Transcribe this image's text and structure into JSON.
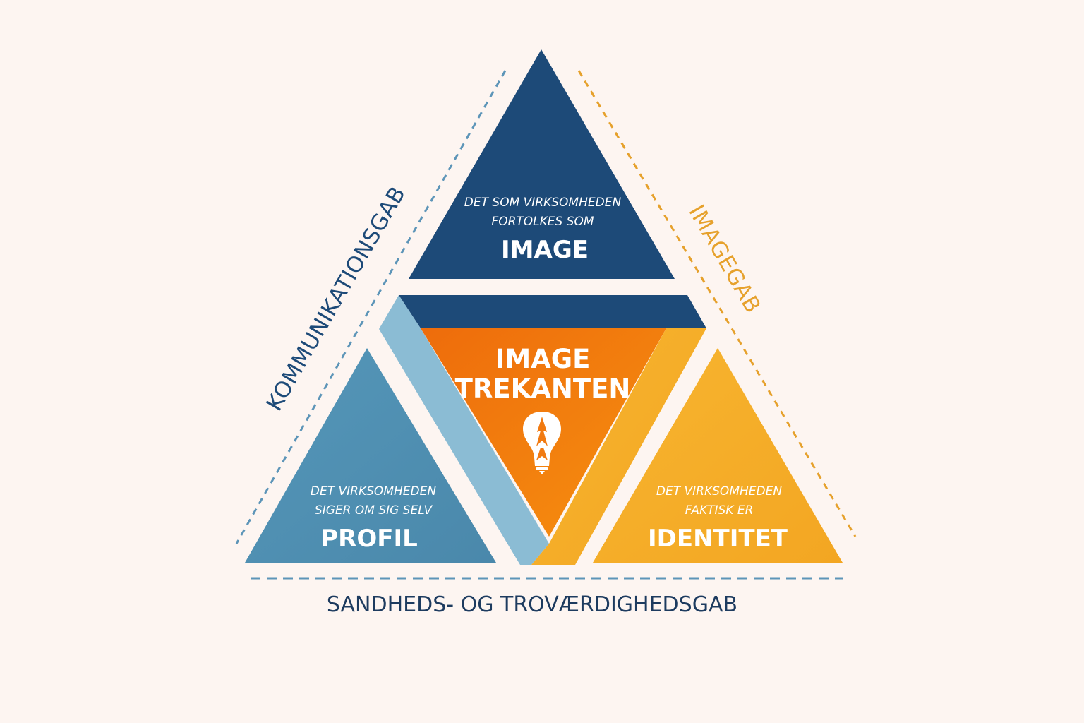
{
  "colors": {
    "background": "#fdf5f1",
    "image_navy": "#1d4a78",
    "profil_blue": "#4f8fb2",
    "light_blue": "#8bbcd4",
    "identitet_yellow": "#f4ad2a",
    "core_orange": "#f17a11",
    "gap_dark": "#1d3b5f",
    "gap_orange": "#e6a12c",
    "dash_blue": "#5d95b8"
  },
  "icon": "lightbulb-arrows-icon",
  "image_box": {
    "desc_line1": "DET SOM VIRKSOMHEDEN",
    "desc_line2": "FORTOLKES SOM",
    "title": "IMAGE"
  },
  "profil_box": {
    "desc_line1": "DET VIRKSOMHEDEN",
    "desc_line2": "SIGER OM SIG SELV",
    "title": "PROFIL"
  },
  "identitet_box": {
    "desc_line1": "DET VIRKSOMHEDEN",
    "desc_line2": "FAKTISK ER",
    "title": "IDENTITET"
  },
  "center": {
    "line1": "IMAGE",
    "line2": "TREKANTEN"
  },
  "gaps": {
    "left": "KOMMUNIKATIONSGAB",
    "right": "IMAGEGAB",
    "bottom": "SANDHEDS- OG TROVÆRDIGHEDSGAB"
  }
}
